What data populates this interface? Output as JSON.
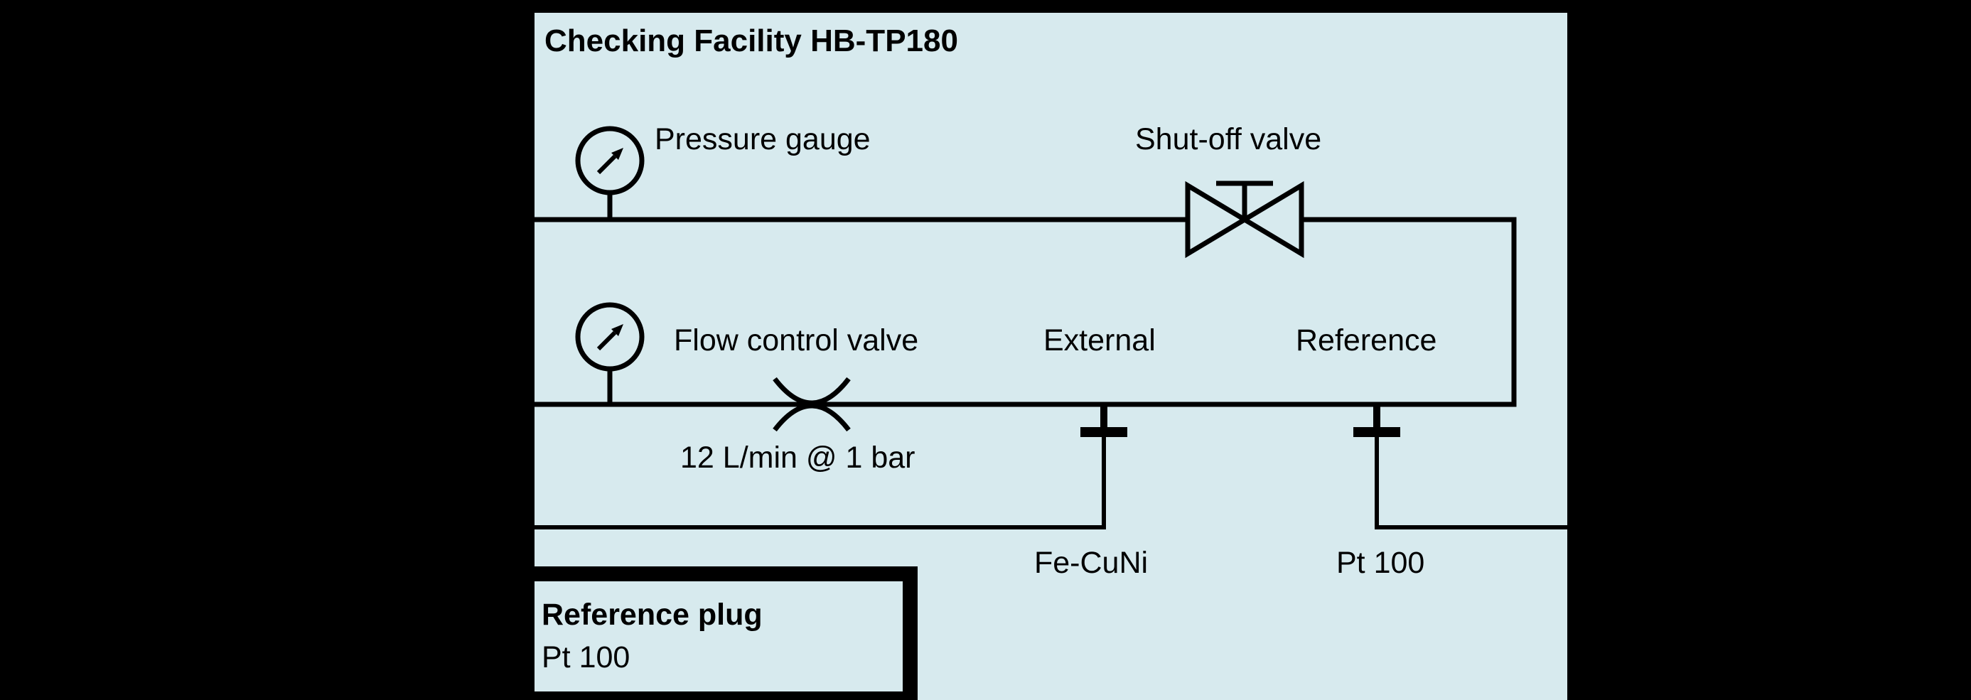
{
  "colors": {
    "background": "#000000",
    "panel": "#d7eaee",
    "ink": "#000000"
  },
  "facility": {
    "title": "Checking Facility HB-TP180",
    "pressure_gauge_label": "Pressure gauge",
    "shutoff_valve_label": "Shut-off valve",
    "flow_control_valve_label": "Flow control valve",
    "flow_rate_label": "12 L/min @ 1 bar",
    "external_label": "External",
    "reference_label": "Reference",
    "external_sensor_type": "Fe-CuNi",
    "reference_sensor_type": "Pt 100"
  },
  "reference_plug": {
    "title": "Reference plug",
    "sensor_type": "Pt 100"
  },
  "icons": {
    "pressure_gauge": "circle-gauge-with-needle-arrow",
    "flow_gauge": "circle-gauge-with-needle-arrow",
    "shutoff_valve": "bowtie-valve-with-tee-stem",
    "flow_restrictor": "pinched-arcs-venturi",
    "sensor_connector": "tee-plug-connector"
  }
}
